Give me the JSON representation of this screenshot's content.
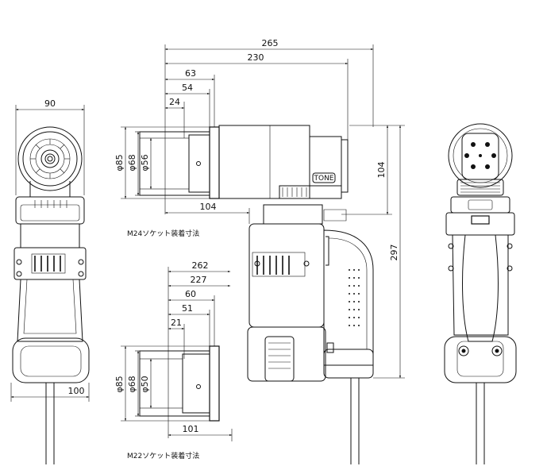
{
  "dimensions": {
    "front_width": "90",
    "front_base": "100",
    "overall_length": "265",
    "body_length": "230",
    "m24_offset_63": "63",
    "m24_offset_54": "54",
    "m24_offset_24": "24",
    "m24_dia_85": "φ85",
    "m24_dia_68": "φ68",
    "m24_dia_56": "φ56",
    "m24_reach": "104",
    "head_height": "104",
    "overall_height": "297",
    "m22_overall": "262",
    "m22_body": "227",
    "m22_offset_60": "60",
    "m22_offset_51": "51",
    "m22_offset_21": "21",
    "m22_dia_85": "φ85",
    "m22_dia_68": "φ68",
    "m22_dia_50": "φ50",
    "m22_reach": "101"
  },
  "captions": {
    "m24": "M24ソケット装着寸法",
    "m22": "M22ソケット装着寸法"
  },
  "brand": "TONE"
}
